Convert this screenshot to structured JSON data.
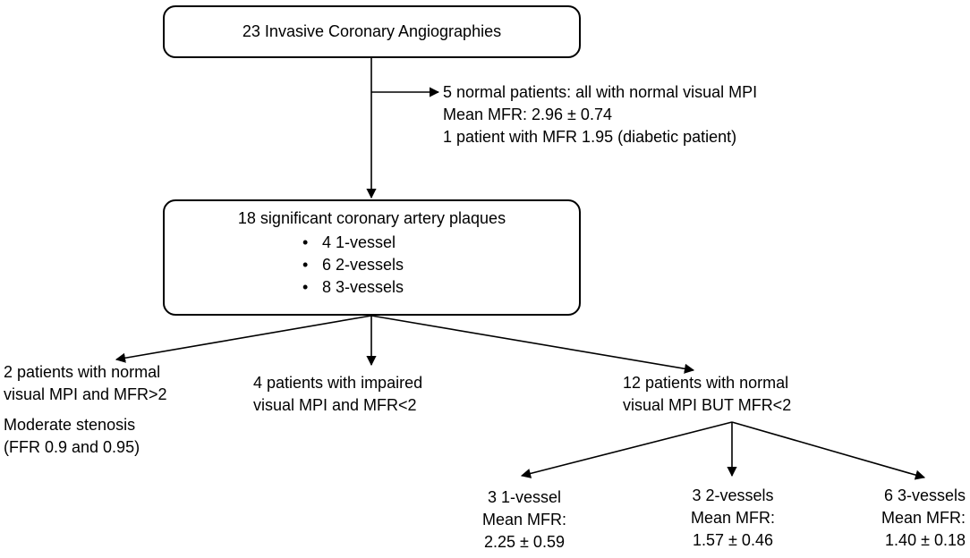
{
  "top_box": {
    "label": "23 Invasive Coronary Angiographies"
  },
  "normal_patients": {
    "lines": [
      "5 normal patients: all with normal visual MPI",
      "Mean MFR: 2.96 ± 0.74",
      "1 patient with MFR 1.95 (diabetic patient)"
    ]
  },
  "plaques_box": {
    "title": "18 significant coronary artery plaques",
    "items": [
      "4 1-vessel",
      "6 2-vessels",
      "8 3-vessels"
    ]
  },
  "branch_left": {
    "lines": [
      "2 patients with normal",
      "visual MPI and MFR>2"
    ],
    "note_lines": [
      "Moderate stenosis",
      "(FFR 0.9 and 0.95)"
    ]
  },
  "branch_middle": {
    "lines": [
      "4 patients with impaired",
      "visual MPI and MFR<2"
    ]
  },
  "branch_right": {
    "lines": [
      "12 patients with normal",
      "visual MPI BUT MFR<2"
    ]
  },
  "sub_branches": [
    {
      "lines": [
        "3 1-vessel",
        "Mean MFR:",
        "2.25 ± 0.59"
      ]
    },
    {
      "lines": [
        "3 2-vessels",
        "Mean MFR:",
        "1.57 ± 0.46"
      ]
    },
    {
      "lines": [
        "6 3-vessels",
        "Mean MFR:",
        "1.40 ± 0.18"
      ]
    }
  ]
}
